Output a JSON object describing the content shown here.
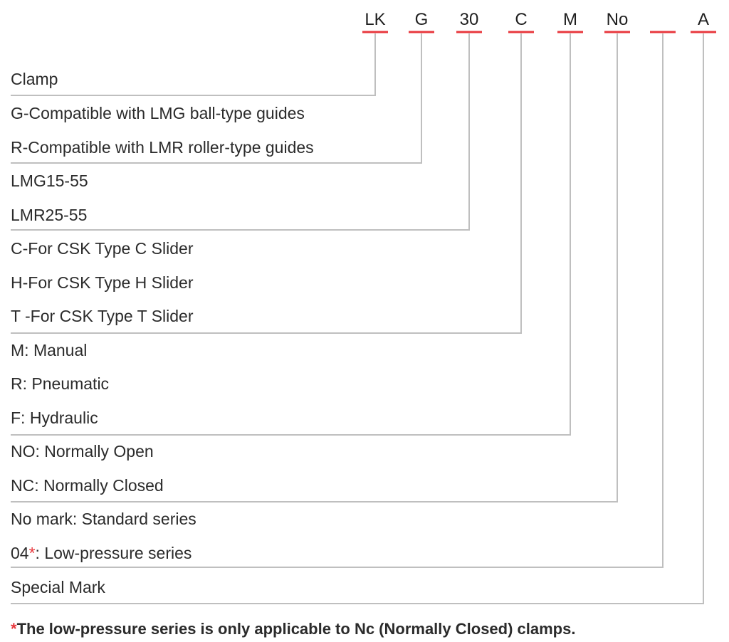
{
  "code_segments": [
    {
      "id": "lk",
      "label": "LK"
    },
    {
      "id": "g",
      "label": "G"
    },
    {
      "id": "30",
      "label": "30"
    },
    {
      "id": "c",
      "label": "C"
    },
    {
      "id": "m",
      "label": "M"
    },
    {
      "id": "no",
      "label": "No"
    },
    {
      "id": "blank",
      "label": ""
    },
    {
      "id": "a",
      "label": "A"
    }
  ],
  "descriptions": {
    "clamp": "Clamp",
    "g_compat": "G-Compatible with LMG ball-type guides",
    "r_compat": "R-Compatible with LMR roller-type guides",
    "lmg": "LMG15-55",
    "lmr": "LMR25-55",
    "c_slider": "C-For CSK Type C Slider",
    "h_slider": "H-For CSK Type H Slider",
    "t_slider": "T -For CSK Type T Slider",
    "manual": "M: Manual",
    "pneumatic": "R: Pneumatic",
    "hydraulic": "F: Hydraulic",
    "no_open": "NO: Normally Open",
    "nc_closed": "NC: Normally Closed",
    "no_mark": "No mark: Standard series",
    "low_pressure_prefix": "04",
    "low_pressure_star": "*",
    "low_pressure_suffix": ":  Low-pressure series",
    "special": "Special Mark"
  },
  "footnote": {
    "star": "*",
    "text": "The low-pressure series is only applicable to Nc (Normally Closed) clamps."
  },
  "colors": {
    "accent_red": "#e8383d",
    "line_gray": "#bfbfbf",
    "text": "#2b2b2b"
  }
}
